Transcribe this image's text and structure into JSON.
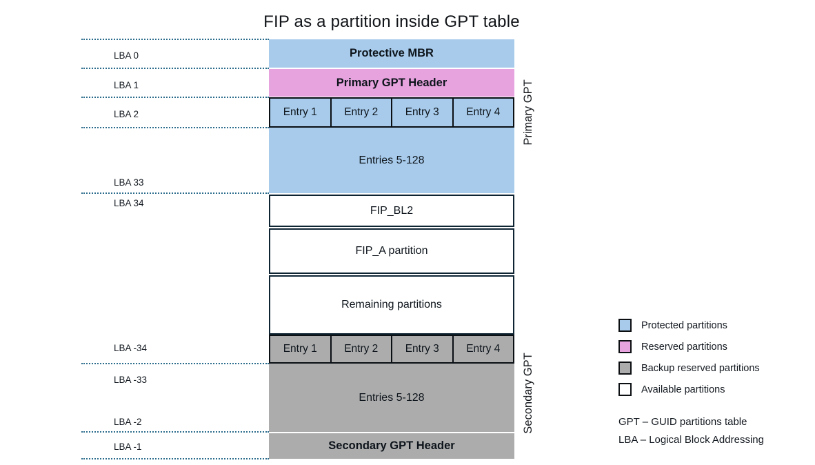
{
  "title": "FIP as a partition inside GPT table",
  "left_axis": {
    "labels": [
      "LBA 0",
      "LBA 1",
      "LBA 2",
      "LBA 33",
      "LBA 34",
      "LBA -34",
      "LBA -33",
      "LBA -2",
      "LBA -1"
    ]
  },
  "blocks": {
    "protective_mbr": "Protective MBR",
    "primary_gpt_header": "Primary GPT Header",
    "entry_cells": [
      "Entry 1",
      "Entry 2",
      "Entry 3",
      "Entry 4"
    ],
    "primary_entries_range": "Entries 5-128",
    "fip_bl2": "FIP_BL2",
    "fip_a": "FIP_A partition",
    "remaining": "Remaining partitions",
    "secondary_entries_range": "Entries 5-128",
    "secondary_gpt_header": "Secondary GPT Header"
  },
  "side_labels": {
    "primary": "Primary GPT",
    "secondary": "Secondary GPT"
  },
  "legend": {
    "items": [
      {
        "label": "Protected partitions",
        "color": "#A8CBEB"
      },
      {
        "label": "Reserved partitions",
        "color": "#E7A3DE"
      },
      {
        "label": "Backup reserved partitions",
        "color": "#ACACAC"
      },
      {
        "label": "Available partitions",
        "color": "#FFFFFF"
      }
    ],
    "abbreviations": [
      "GPT – GUID partitions table",
      "LBA – Logical Block Addressing"
    ]
  },
  "colors": {
    "protected": "#A8CBEB",
    "reserved": "#E7A3DE",
    "backup": "#ACACAC",
    "available": "#FFFFFF",
    "block_border": "#0E2433",
    "entry_border": "#0A0F14",
    "separator_dots": "#2B6C8C",
    "text": "#0D141B"
  }
}
